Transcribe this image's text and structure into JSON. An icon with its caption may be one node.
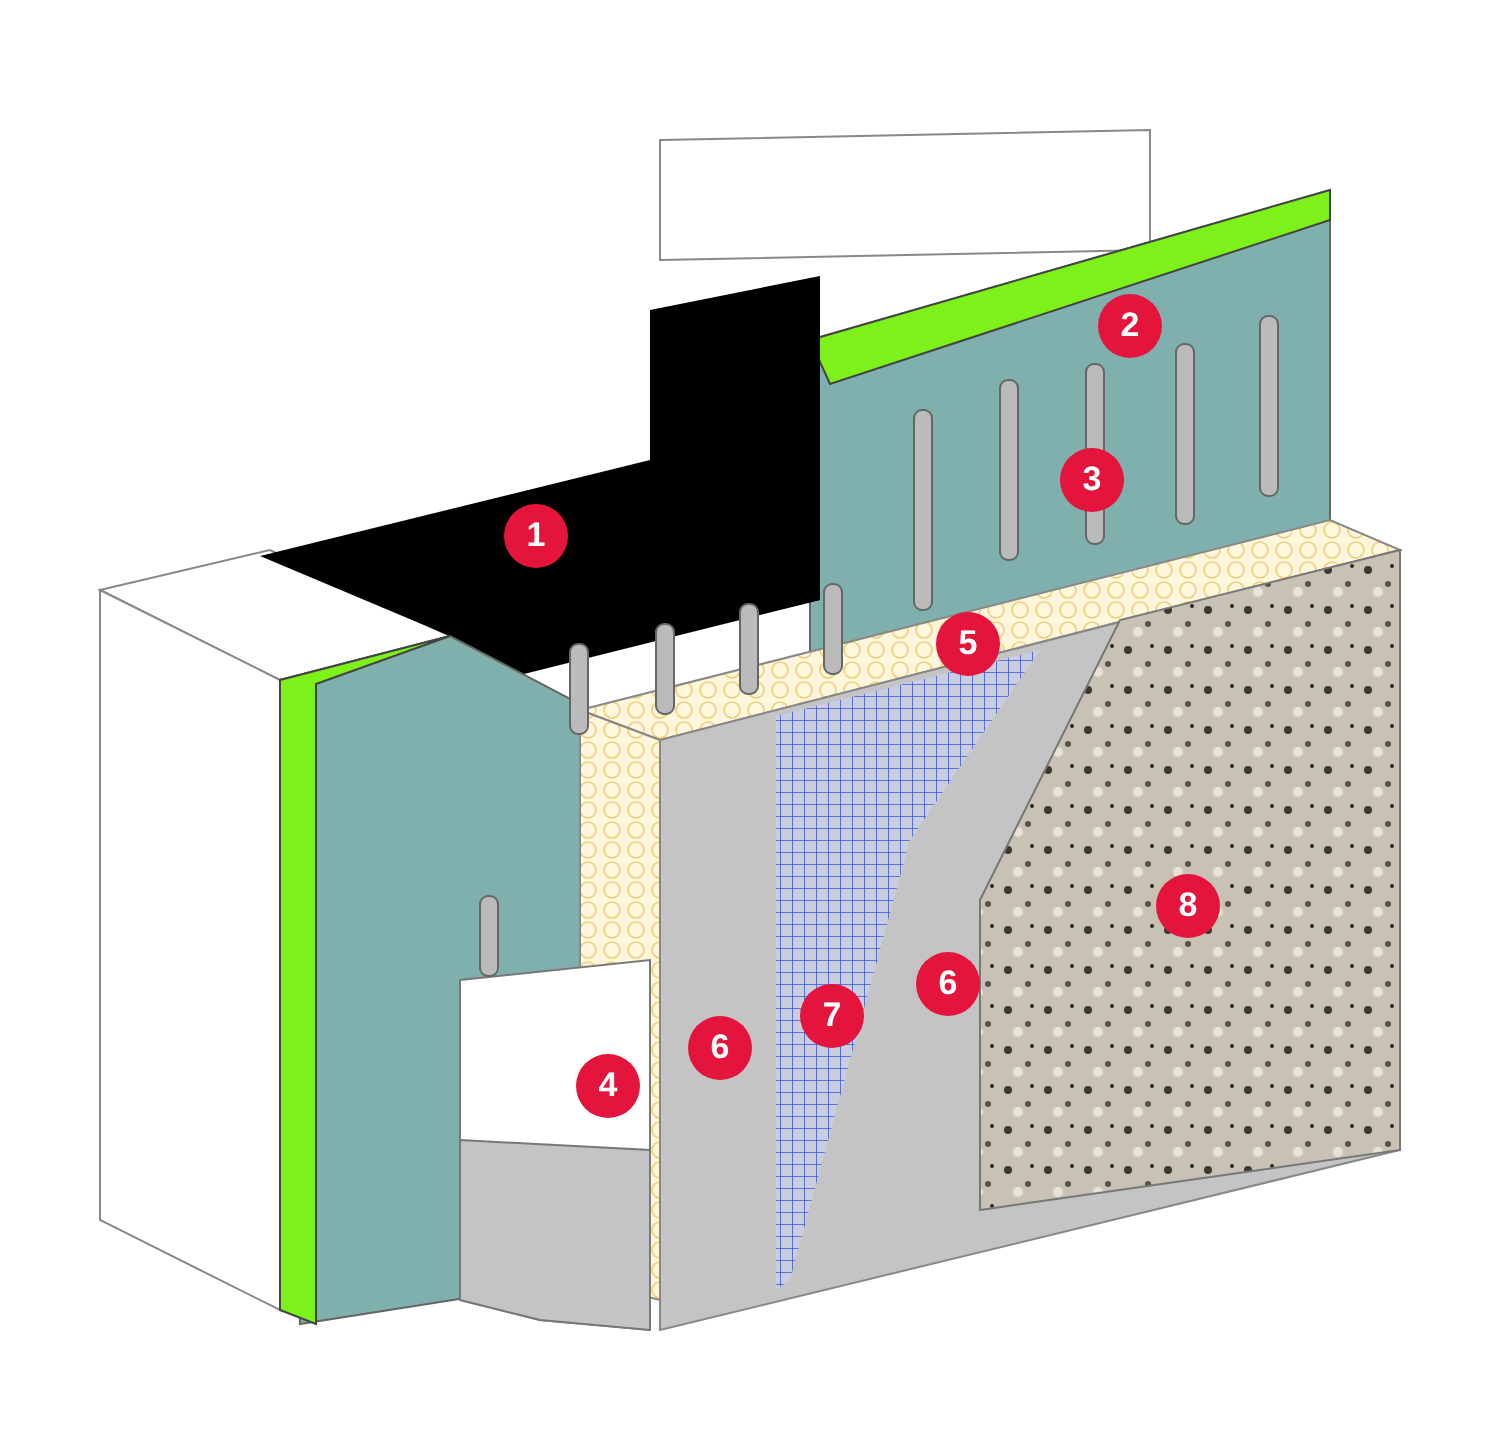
{
  "diagram": {
    "labels": [
      "2",
      "3",
      "1",
      "5",
      "8",
      "6",
      "7",
      "6",
      "4"
    ]
  }
}
